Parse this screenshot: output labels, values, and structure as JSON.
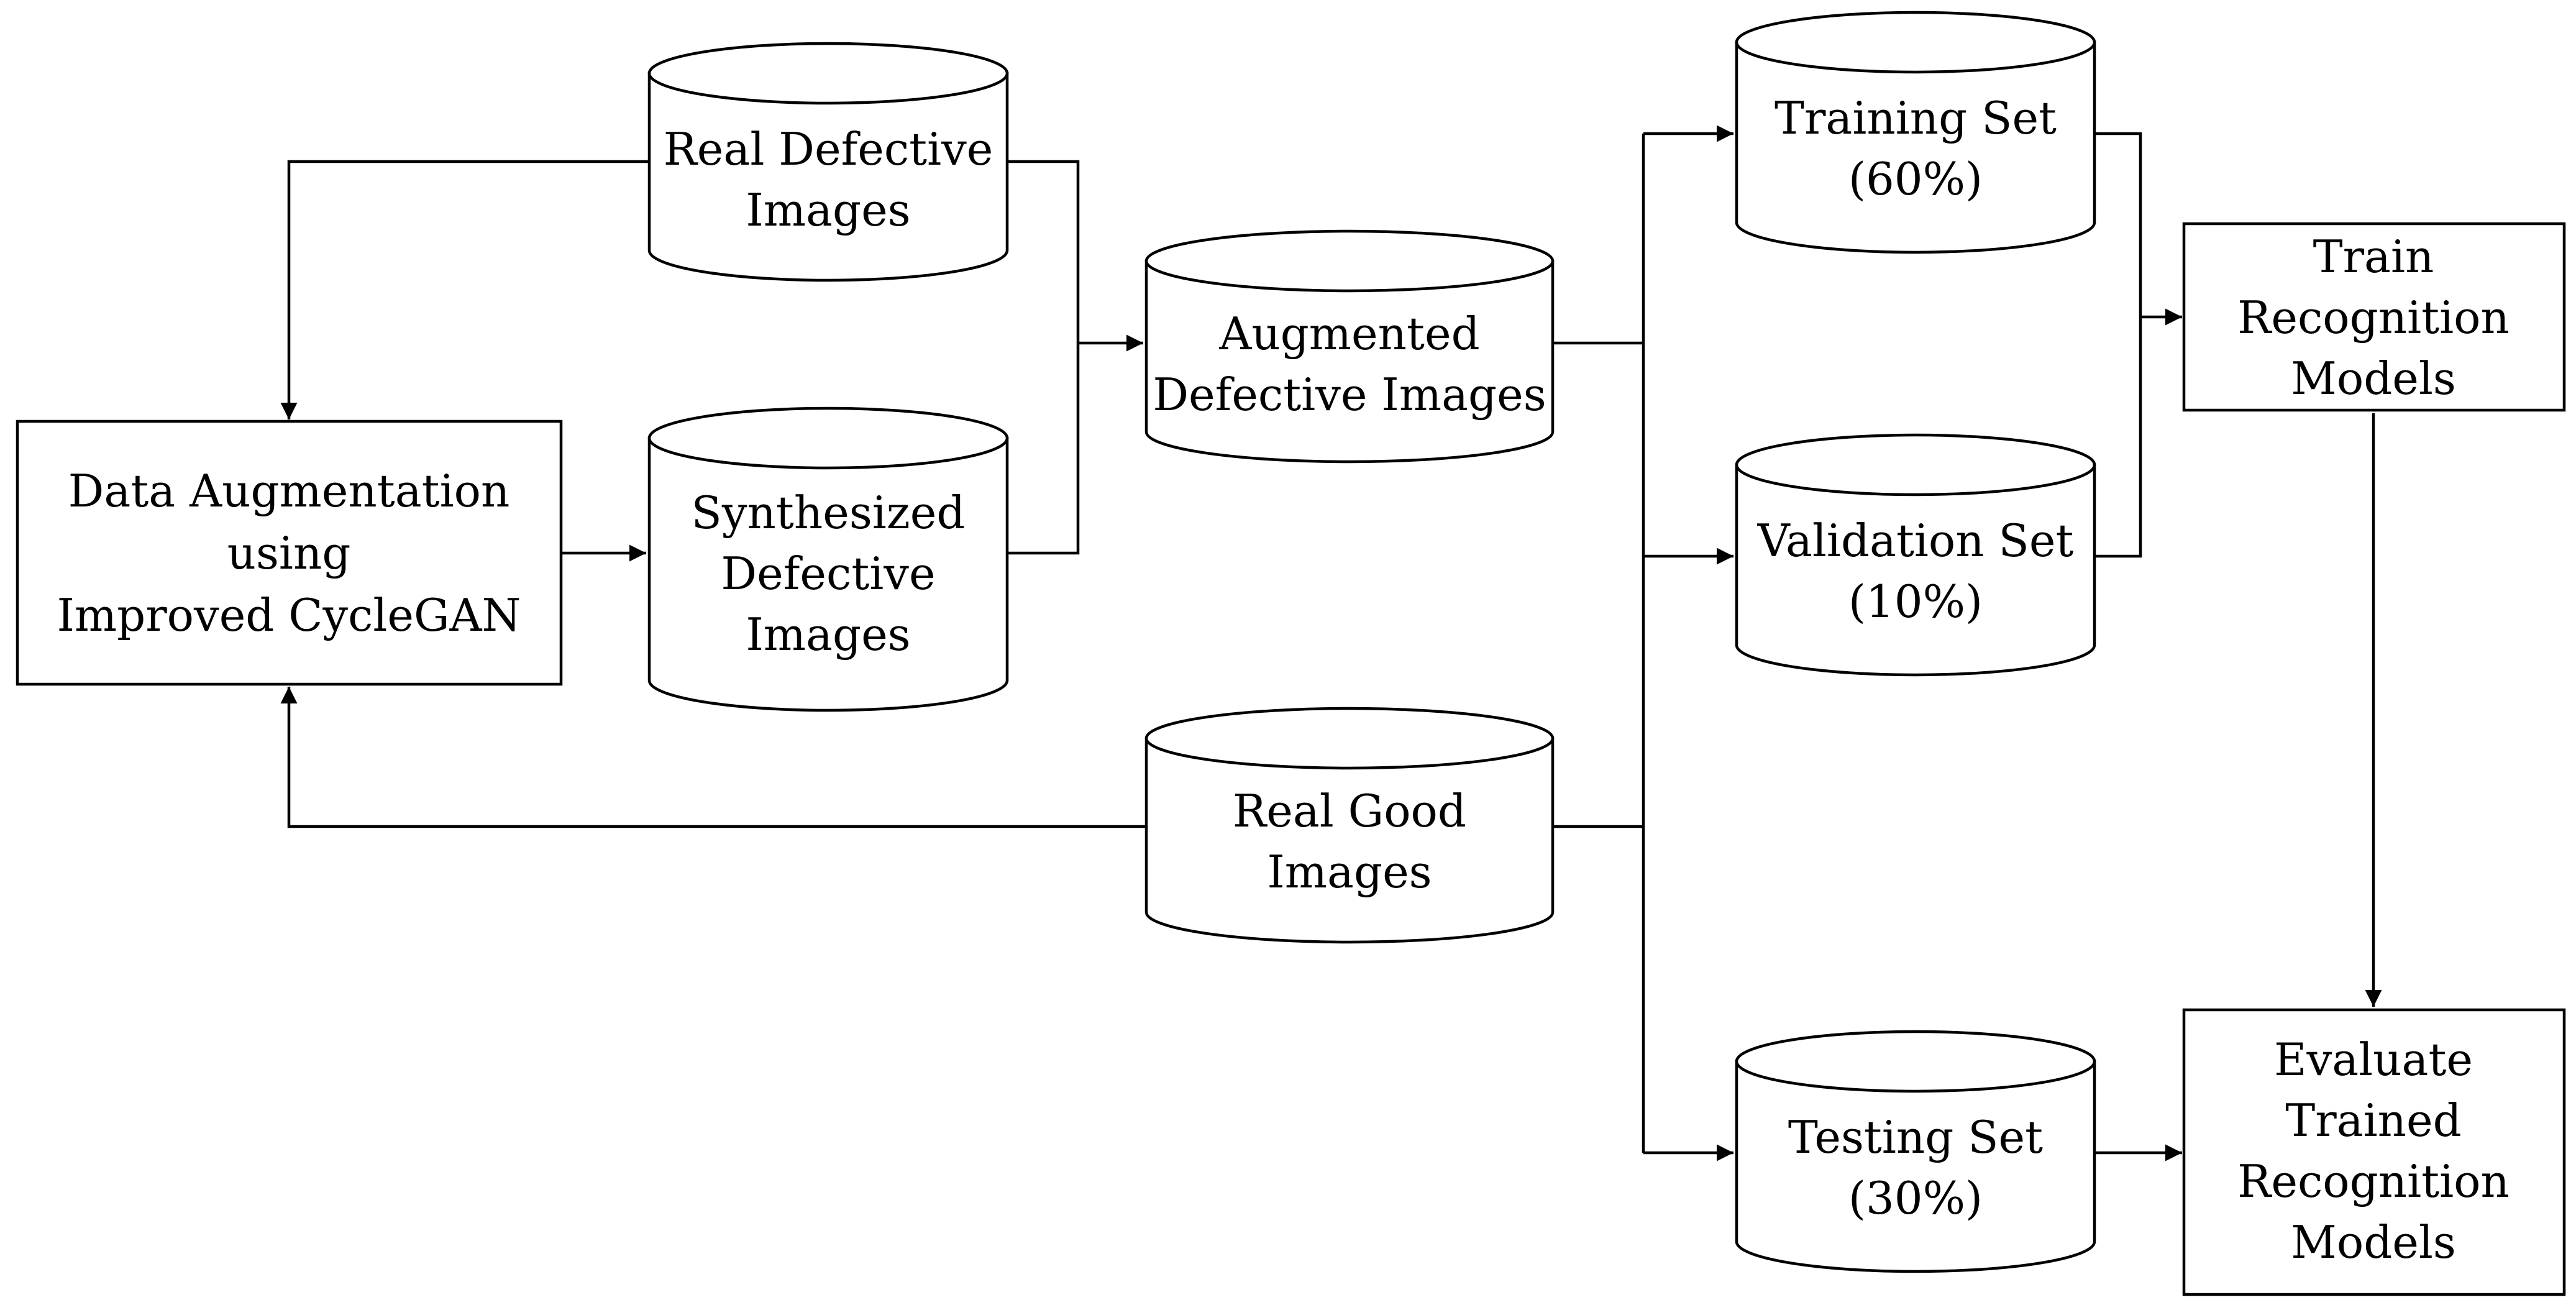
{
  "colors": {
    "stroke": "#000000",
    "fill": "#ffffff",
    "text": "#000000"
  },
  "nodes": {
    "data_augmentation": {
      "shape": "rectangle",
      "lines": [
        "Data Augmentation",
        "using",
        "Improved CycleGAN"
      ]
    },
    "real_defective": {
      "shape": "cylinder",
      "lines": [
        "Real Defective",
        "Images"
      ]
    },
    "synthesized_defective": {
      "shape": "cylinder",
      "lines": [
        "Synthesized",
        "Defective",
        "Images"
      ]
    },
    "augmented_defective": {
      "shape": "cylinder",
      "lines": [
        "Augmented",
        "Defective Images"
      ]
    },
    "real_good": {
      "shape": "cylinder",
      "lines": [
        "Real Good",
        "Images"
      ]
    },
    "training_set": {
      "shape": "cylinder",
      "lines": [
        "Training Set",
        "(60%)"
      ]
    },
    "validation_set": {
      "shape": "cylinder",
      "lines": [
        "Validation Set",
        "(10%)"
      ]
    },
    "testing_set": {
      "shape": "cylinder",
      "lines": [
        "Testing Set",
        "(30%)"
      ]
    },
    "train_models": {
      "shape": "rectangle",
      "lines": [
        "Train",
        "Recognition",
        "Models"
      ]
    },
    "evaluate_models": {
      "shape": "rectangle",
      "lines": [
        "Evaluate",
        "Trained",
        "Recognition",
        "Models"
      ]
    }
  },
  "edges": [
    {
      "from": "real_defective",
      "to": "data_augmentation"
    },
    {
      "from": "real_good",
      "to": "data_augmentation"
    },
    {
      "from": "data_augmentation",
      "to": "synthesized_defective"
    },
    {
      "from": "real_defective",
      "to": "augmented_defective"
    },
    {
      "from": "synthesized_defective",
      "to": "augmented_defective"
    },
    {
      "from": "augmented_defective",
      "to": "training_set"
    },
    {
      "from": "augmented_defective",
      "to": "validation_set"
    },
    {
      "from": "augmented_defective",
      "to": "testing_set"
    },
    {
      "from": "real_good",
      "to": "training_set"
    },
    {
      "from": "real_good",
      "to": "validation_set"
    },
    {
      "from": "real_good",
      "to": "testing_set"
    },
    {
      "from": "training_set",
      "to": "train_models"
    },
    {
      "from": "validation_set",
      "to": "train_models"
    },
    {
      "from": "train_models",
      "to": "evaluate_models"
    },
    {
      "from": "testing_set",
      "to": "evaluate_models"
    }
  ]
}
